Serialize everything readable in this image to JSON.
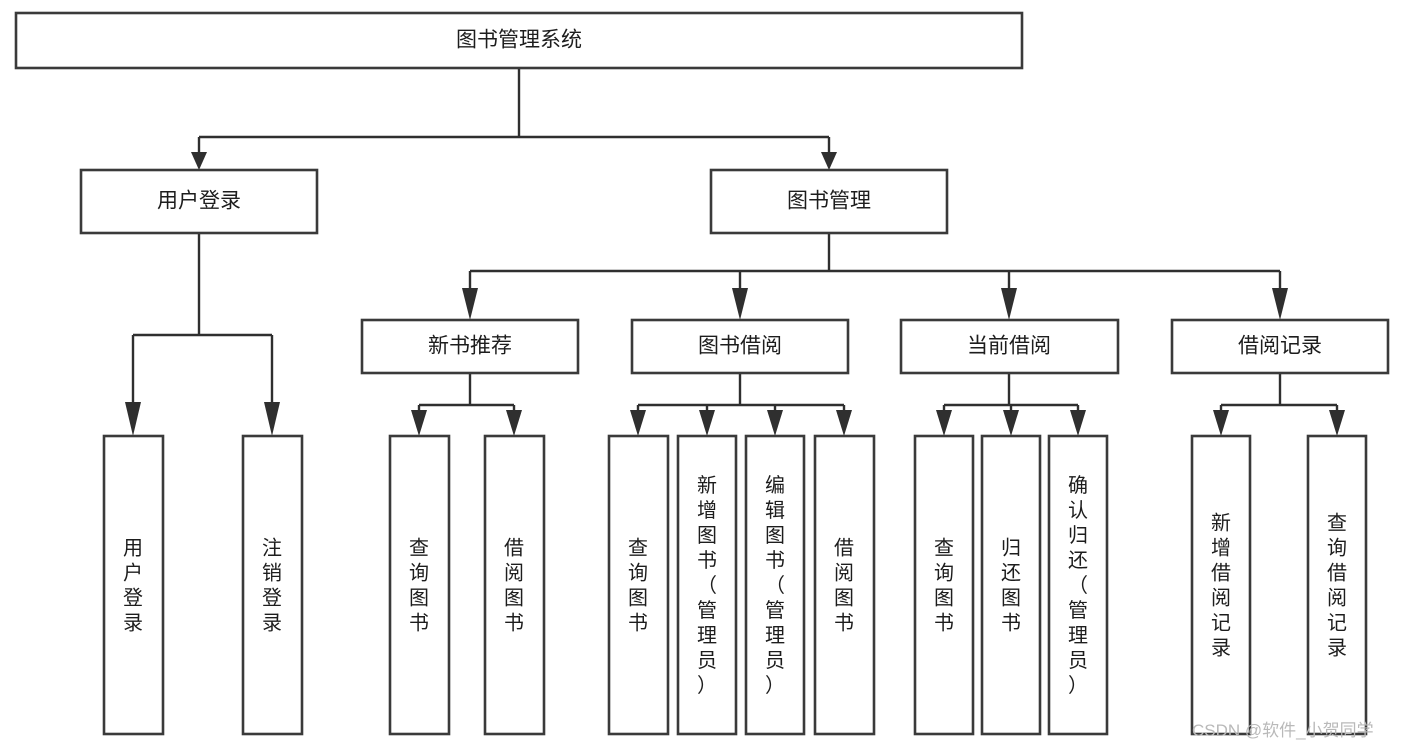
{
  "diagram": {
    "type": "tree-hierarchy-function-chart",
    "root": {
      "id": "root",
      "label": "图书管理系统"
    },
    "level2": [
      {
        "id": "user-login",
        "label": "用户登录"
      },
      {
        "id": "book-manage",
        "label": "图书管理"
      }
    ],
    "level3": [
      {
        "id": "new-book-recommend",
        "label": "新书推荐",
        "parent": "book-manage"
      },
      {
        "id": "book-borrow",
        "label": "图书借阅",
        "parent": "book-manage"
      },
      {
        "id": "current-borrow",
        "label": "当前借阅",
        "parent": "book-manage"
      },
      {
        "id": "borrow-record",
        "label": "借阅记录",
        "parent": "book-manage"
      }
    ],
    "leaves": [
      {
        "id": "leaf-user-login",
        "label": "用户登录",
        "parent": "user-login"
      },
      {
        "id": "leaf-logout-login",
        "label": "注销登录",
        "parent": "user-login"
      },
      {
        "id": "leaf-query-book-1",
        "label": "查询图书",
        "parent": "new-book-recommend"
      },
      {
        "id": "leaf-borrow-book-1",
        "label": "借阅图书",
        "parent": "new-book-recommend"
      },
      {
        "id": "leaf-query-book-2",
        "label": "查询图书",
        "parent": "book-borrow"
      },
      {
        "id": "leaf-add-book",
        "label": "新增图书（管理员）",
        "parent": "book-borrow"
      },
      {
        "id": "leaf-edit-book",
        "label": "编辑图书（管理员）",
        "parent": "book-borrow"
      },
      {
        "id": "leaf-borrow-book-2",
        "label": "借阅图书",
        "parent": "book-borrow"
      },
      {
        "id": "leaf-query-book-3",
        "label": "查询图书",
        "parent": "current-borrow"
      },
      {
        "id": "leaf-return-book",
        "label": "归还图书",
        "parent": "current-borrow"
      },
      {
        "id": "leaf-confirm-return",
        "label": "确认归还（管理员）",
        "parent": "current-borrow"
      },
      {
        "id": "leaf-add-record",
        "label": "新增借阅记录",
        "parent": "borrow-record"
      },
      {
        "id": "leaf-query-record",
        "label": "查询借阅记录",
        "parent": "borrow-record"
      }
    ],
    "colors": {
      "background": "#ffffff",
      "box_fill": "#ffffff",
      "box_stroke": "#3a3a3a",
      "connector": "#2f2f2f",
      "text": "#1d1d1d",
      "watermark": "#b9b9b9"
    }
  },
  "watermark": {
    "text": "CSDN @软件_小贺同学"
  }
}
